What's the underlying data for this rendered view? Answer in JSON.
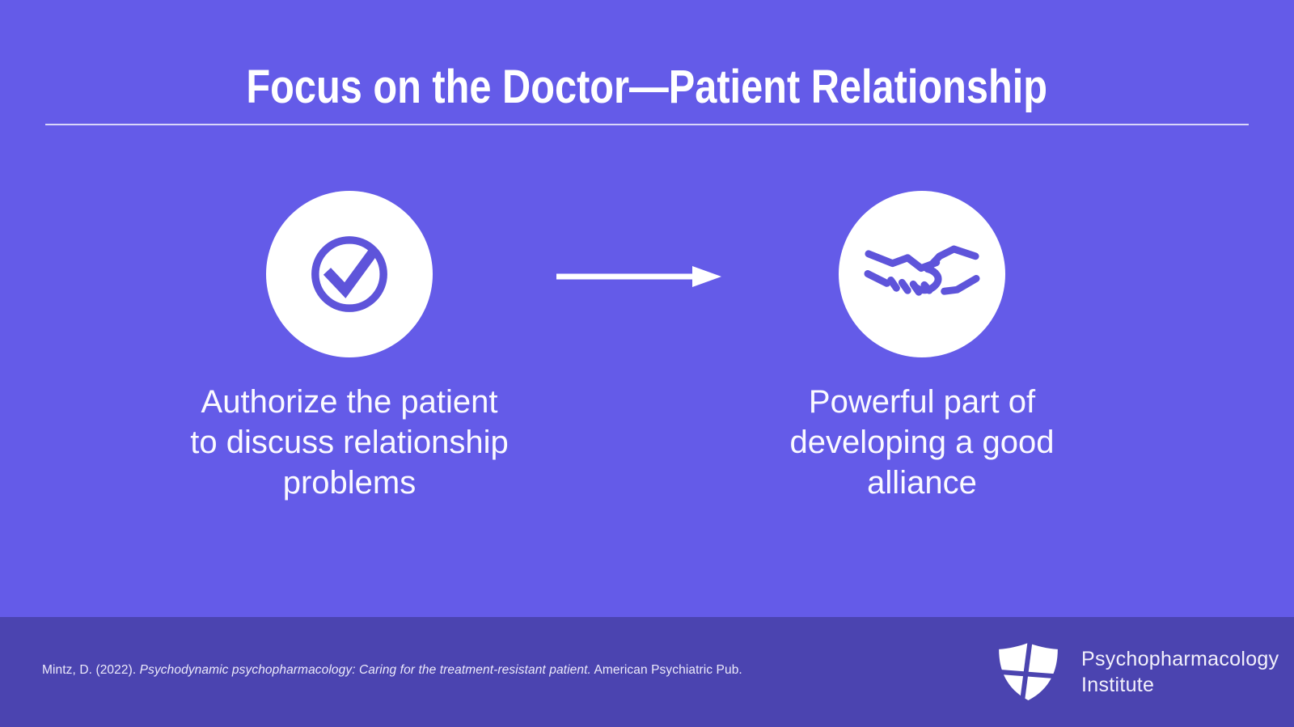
{
  "slide": {
    "title": "Focus on the Doctor—Patient Relationship",
    "items": [
      {
        "icon": "check-circle",
        "caption": "Authorize the patient\nto discuss relationship\nproblems"
      },
      {
        "icon": "handshake",
        "caption": "Powerful part of\ndeveloping a good\nalliance"
      }
    ]
  },
  "footer": {
    "citation": {
      "prefix": "Mintz, D. (2022). ",
      "italic_title": "Psychodynamic psychopharmacology: Caring for the treatment-resistant patient.",
      "suffix": " American Psychiatric Pub."
    },
    "logo": {
      "line1": "Psychopharmacology",
      "line2": "Institute"
    }
  },
  "colors": {
    "background": "#645BE8",
    "footer_background": "#4B44B0",
    "icon_accent": "#5E54DA",
    "text": "#FFFFFF"
  }
}
